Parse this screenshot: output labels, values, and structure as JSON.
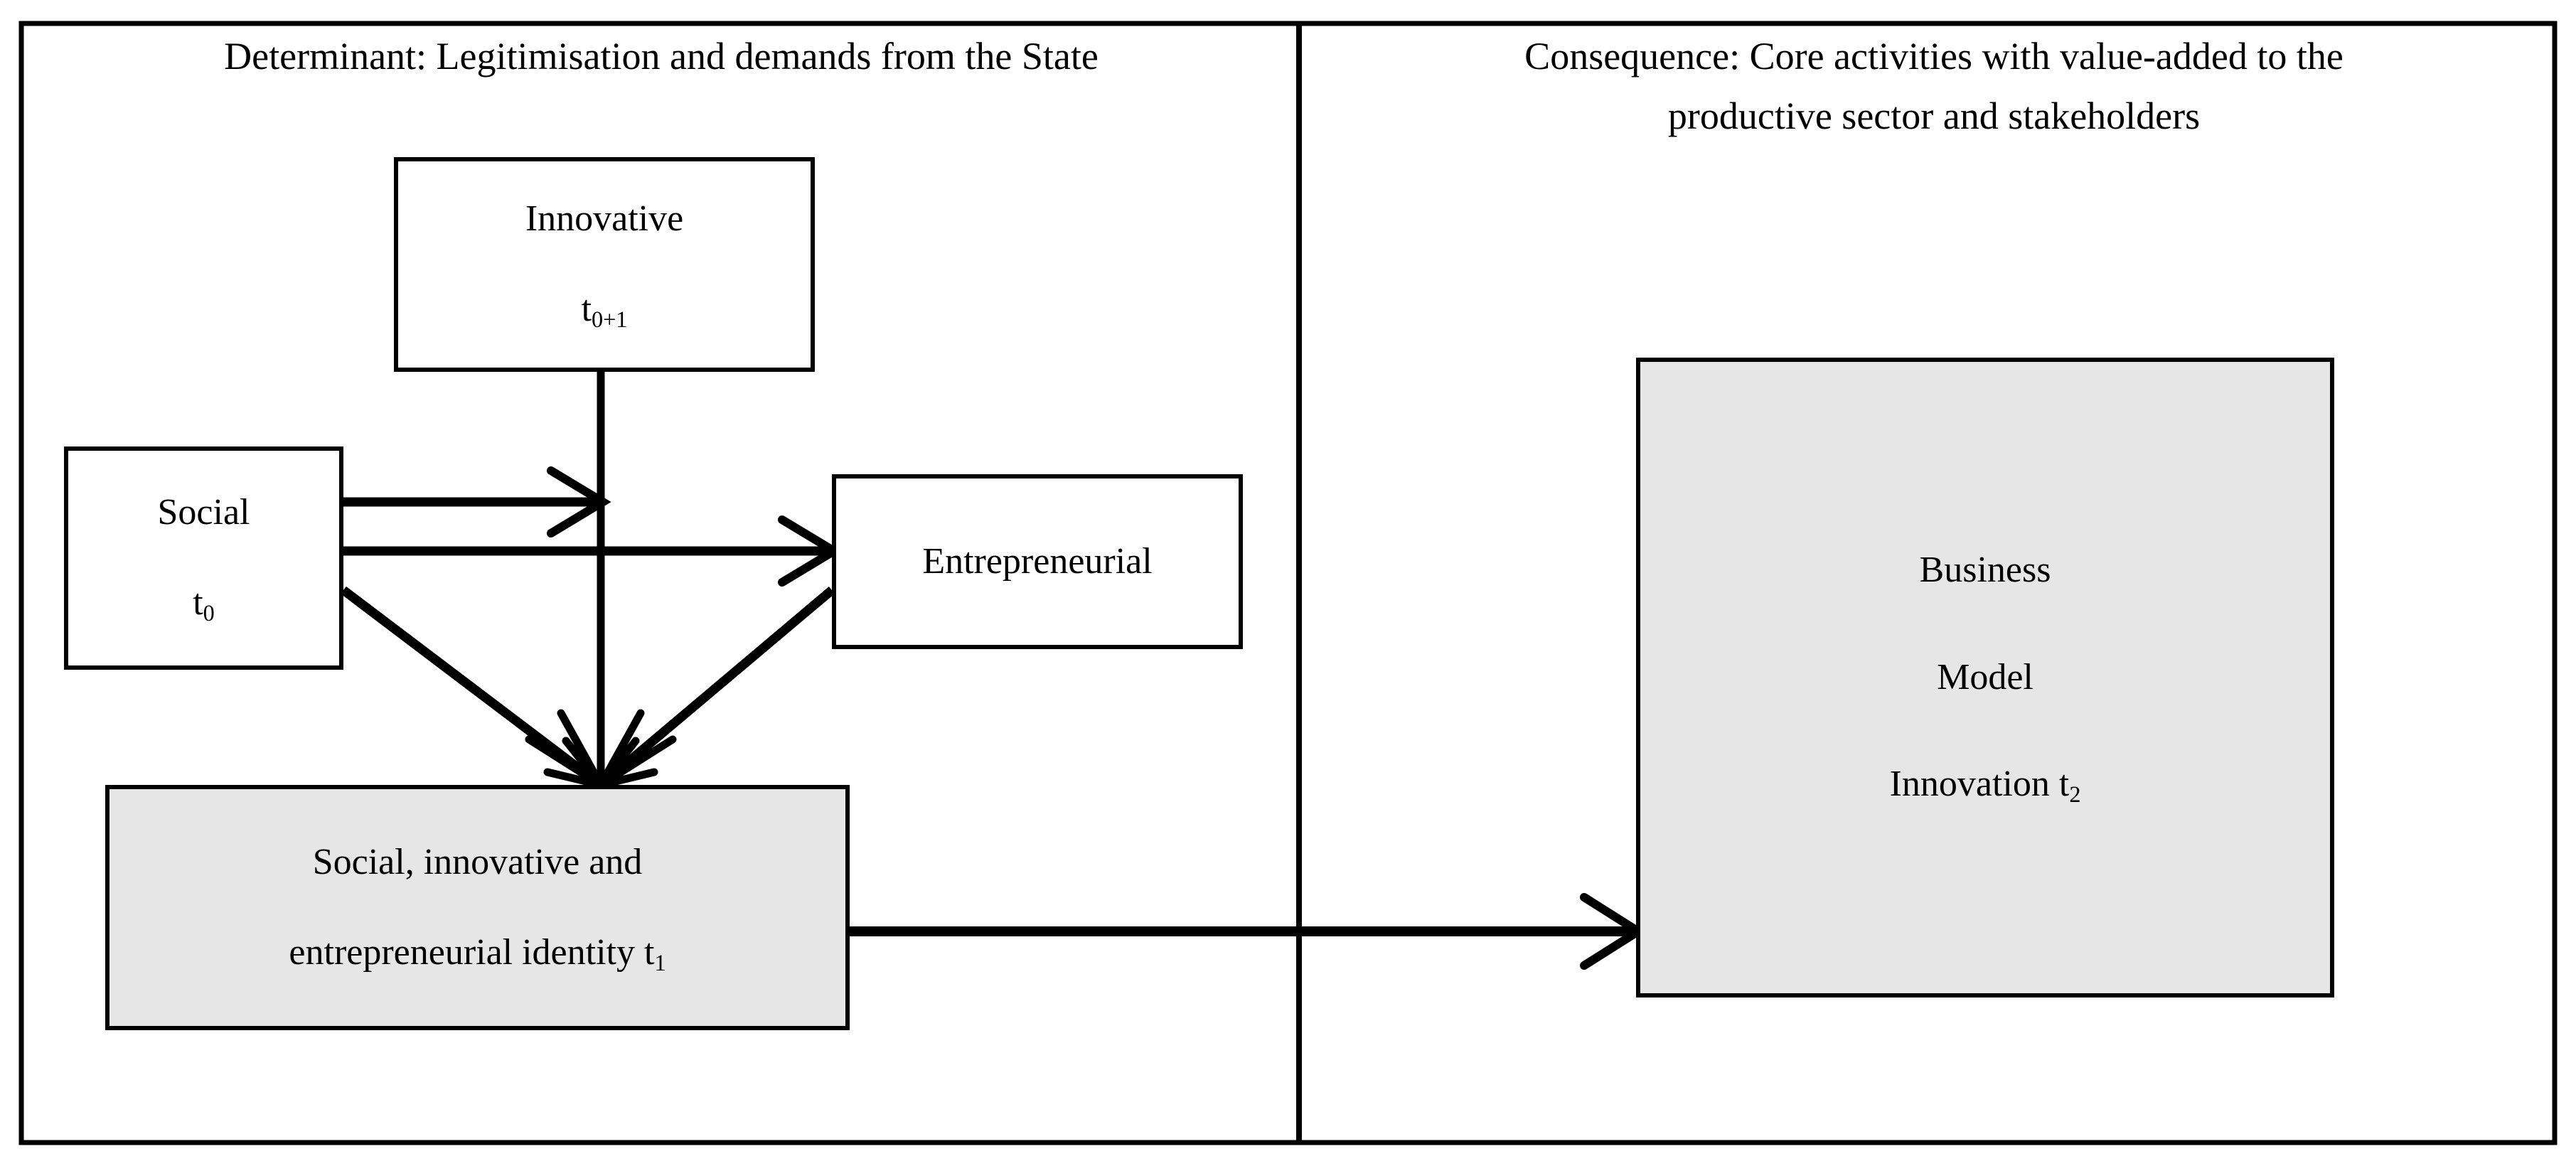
{
  "figure": {
    "background_color": "#ffffff",
    "line_color": "#000000",
    "node_fill_white": "#ffffff",
    "node_fill_gray": "#e6e6e6"
  },
  "panels": {
    "left": {
      "title": "Determinant: Legitimisation and demands from the State"
    },
    "right": {
      "title": "Consequence: Core activities with value-added to the\nproductive sector and stakeholders"
    }
  },
  "nodes": {
    "innovative": {
      "line1": "Innovative",
      "line2_text": "t",
      "line2_sub": "0+1",
      "fill": "white"
    },
    "social": {
      "line1": "Social",
      "line2_text": "t",
      "line2_sub": "0",
      "fill": "white"
    },
    "entrepreneurial": {
      "line1": "Entrepreneurial",
      "fill": "white"
    },
    "identity": {
      "line1": "Social, innovative and",
      "line2_text": "entrepreneurial identity t",
      "line2_sub": "1",
      "fill": "gray"
    },
    "business_model_innovation": {
      "line1": "Business",
      "line2": "Model",
      "line3_text": "Innovation t",
      "line3_sub": "2",
      "fill": "gray"
    }
  },
  "edges": [
    {
      "id": "social-to-innovative-stem",
      "from": "social",
      "to": "innovative",
      "style": "arrow"
    },
    {
      "id": "social-to-entrepreneurial",
      "from": "social",
      "to": "entrepreneurial",
      "style": "arrow"
    },
    {
      "id": "social-to-identity",
      "from": "social",
      "to": "identity",
      "style": "arrow"
    },
    {
      "id": "innovative-to-identity",
      "from": "innovative",
      "to": "identity",
      "style": "arrow"
    },
    {
      "id": "entrepreneurial-to-identity",
      "from": "entrepreneurial",
      "to": "identity",
      "style": "arrow"
    },
    {
      "id": "identity-to-business-model-innovation",
      "from": "identity",
      "to": "business_model_innovation",
      "style": "arrow"
    }
  ]
}
